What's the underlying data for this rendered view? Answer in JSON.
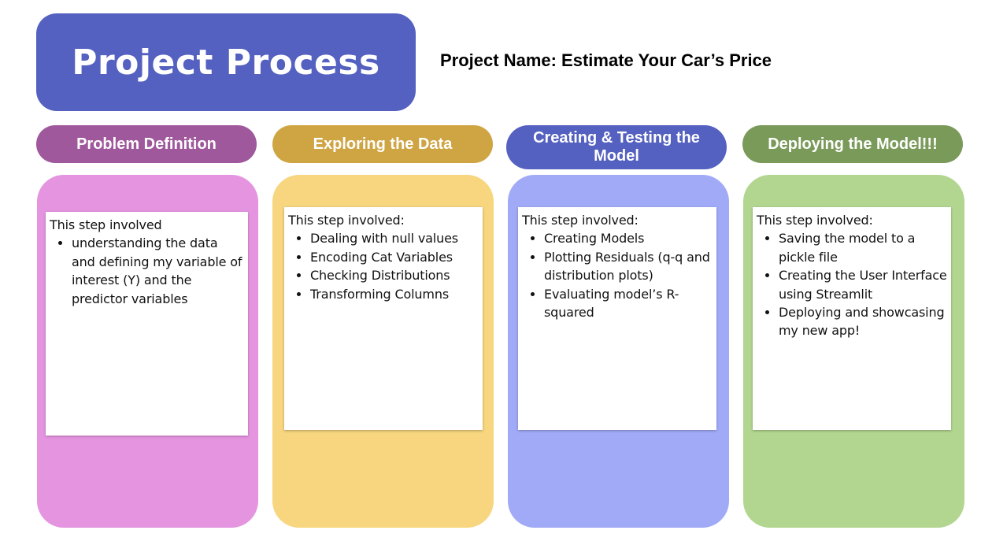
{
  "title": "Project Process",
  "project_name": "Project Name: Estimate Your Car’s Price",
  "colors": {
    "title_bg": "#5461c0",
    "step1_pill": "#a0589c",
    "step1_panel": "#e595e0",
    "step2_pill": "#cfa544",
    "step2_panel": "#f7d67f",
    "step3_pill": "#5461c0",
    "step3_panel": "#a1aaf7",
    "step4_pill": "#7a9a5a",
    "step4_panel": "#b2d690"
  },
  "steps": [
    {
      "title": "Problem Definition",
      "intro": "This step involved",
      "items": [
        "understanding the data and defining my variable of interest (Y) and the predictor variables"
      ]
    },
    {
      "title": "Exploring the Data",
      "intro": "This step involved:",
      "items": [
        "Dealing with null values",
        "Encoding Cat Variables",
        "Checking Distributions",
        "Transforming Columns"
      ]
    },
    {
      "title": "Creating & Testing the Model",
      "intro": "This step involved:",
      "items": [
        "Creating Models",
        "Plotting Residuals (q-q and distribution plots)",
        "Evaluating model’s R-squared"
      ]
    },
    {
      "title": "Deploying the Model!!!",
      "intro": "This step involved:",
      "items": [
        "Saving the model to a pickle file",
        "Creating the User Interface using Streamlit",
        "Deploying and showcasing my new app!"
      ]
    }
  ]
}
